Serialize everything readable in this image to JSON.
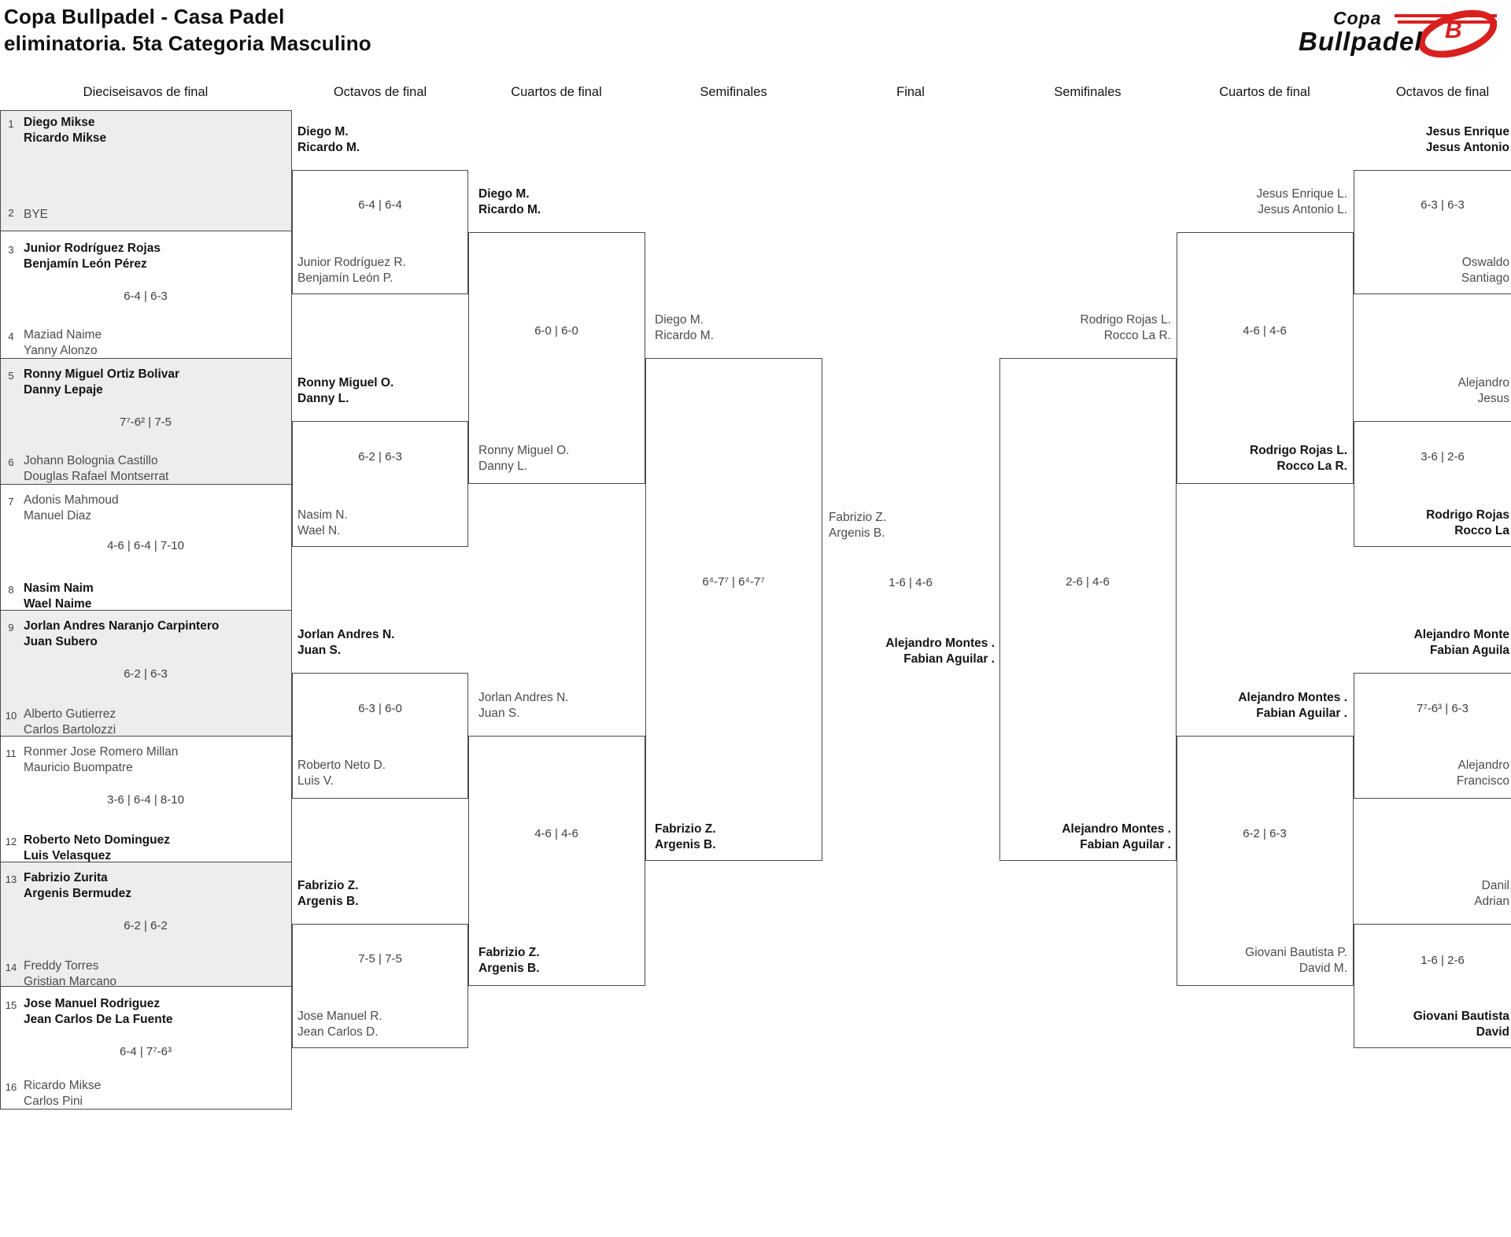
{
  "title": {
    "line1": "Copa Bullpadel - Casa Padel",
    "line2": "eliminatoria. 5ta Categoria Masculino"
  },
  "logo": {
    "word_top": "Copa",
    "word_bottom": "Bullpadel",
    "emblem_letter": "B"
  },
  "colors": {
    "accent_red": "#d8201f",
    "winner_text": "#141414",
    "loser_text": "#4c4c4c",
    "shade": "#ededed",
    "border": "#4a4a4a"
  },
  "headers": [
    "Dieciseisavos de final",
    "Octavos de final",
    "Cuartos de final",
    "Semifinales",
    "Final",
    "Semifinales",
    "Cuartos de final",
    "Octavos de final"
  ],
  "seeds": [
    {
      "n": "1",
      "team": "Diego Mikse\nRicardo Mikse"
    },
    {
      "n": "2",
      "team": "BYE"
    },
    {
      "n": "3",
      "team": "Junior Rodríguez Rojas\nBenjamín León Pérez"
    },
    {
      "n": "4",
      "team": "Maziad Naime\nYanny Alonzo"
    },
    {
      "n": "5",
      "team": "Ronny Miguel Ortiz Bolivar\nDanny Lepaje"
    },
    {
      "n": "6",
      "team": "Johann Bolognia Castillo\nDouglas Rafael Montserrat"
    },
    {
      "n": "7",
      "team": "Adonis Mahmoud\nManuel Diaz"
    },
    {
      "n": "8",
      "team": "Nasim Naim\nWael Naime"
    },
    {
      "n": "9",
      "team": "Jorlan Andres Naranjo Carpintero\nJuan Subero"
    },
    {
      "n": "10",
      "team": "Alberto Gutierrez\nCarlos Bartolozzi"
    },
    {
      "n": "11",
      "team": "Ronmer Jose Romero Millan\nMauricio Buompatre"
    },
    {
      "n": "12",
      "team": "Roberto Neto Dominguez\nLuis Velasquez"
    },
    {
      "n": "13",
      "team": "Fabrizio Zurita\nArgenis Bermudez"
    },
    {
      "n": "14",
      "team": "Freddy Torres\nGristian Marcano"
    },
    {
      "n": "15",
      "team": "Jose Manuel Rodriguez\nJean Carlos De La Fuente"
    },
    {
      "n": "16",
      "team": "Ricardo Mikse\nCarlos Pini"
    }
  ],
  "r32_scores": [
    "6-4 | 6-3",
    "7⁷-6² | 7-5",
    "4-6 | 6-4 | 7-10",
    "6-2 | 6-3",
    "3-6 | 6-4 | 8-10",
    "6-2 | 6-2",
    "6-4 | 7⁷-6³"
  ],
  "octavos_left": [
    {
      "top": "Diego M.\nRicardo M.",
      "bottom": "Junior Rodríguez R.\nBenjamín León P.",
      "score": "6-4 | 6-4"
    },
    {
      "top": "Ronny Miguel O.\nDanny L.",
      "bottom": "Nasim N.\nWael N.",
      "score": "6-2 | 6-3"
    },
    {
      "top": "Jorlan Andres N.\nJuan S.",
      "bottom": "Roberto Neto D.\nLuis V.",
      "score": "6-3 | 6-0"
    },
    {
      "top": "Fabrizio Z.\nArgenis B.",
      "bottom": "Jose Manuel R.\nJean Carlos D.",
      "score": "7-5 | 7-5"
    }
  ],
  "cuartos_left": [
    {
      "top": "Diego M.\nRicardo M.",
      "bottom": "Ronny Miguel O.\nDanny L.",
      "score": "6-0 | 6-0"
    },
    {
      "top": "Jorlan Andres N.\nJuan S.",
      "bottom": "Fabrizio Z.\nArgenis B.",
      "score": "4-6 | 4-6"
    }
  ],
  "semifinal_left": {
    "top": "Diego M.\nRicardo M.",
    "bottom": "Fabrizio Z.\nArgenis B.",
    "score": "6⁴-7⁷ | 6⁴-7⁷"
  },
  "final": {
    "top": "Fabrizio Z.\nArgenis B.",
    "bottom": "Alejandro Montes .\nFabian Aguilar .",
    "score": "1-6 | 4-6"
  },
  "semifinal_right": {
    "top": "Rodrigo Rojas L.\nRocco La R.",
    "bottom": "Alejandro Montes .\nFabian Aguilar .",
    "score": "2-6 | 4-6"
  },
  "cuartos_right": [
    {
      "top": "Jesus Enrique L.\nJesus Antonio L.",
      "bottom": "Rodrigo Rojas L.\nRocco La R.",
      "score": "4-6 | 4-6"
    },
    {
      "top": "Alejandro Montes .\nFabian Aguilar .",
      "bottom": "Giovani Bautista P.\nDavid M.",
      "score": "6-2 | 6-3"
    }
  ],
  "octavos_right": [
    {
      "top": "Jesus Enrique\nJesus Antonio",
      "bottom": "Oswaldo\nSantiago",
      "score": "6-3 | 6-3"
    },
    {
      "top": "Alejandro\nJesus",
      "bottom": "Rodrigo Rojas\nRocco La",
      "score": "3-6 | 2-6"
    },
    {
      "top": "Alejandro Monte\nFabian Aguila",
      "bottom": "Alejandro\nFrancisco",
      "score": "7⁷-6³ | 6-3"
    },
    {
      "top": "Danil\nAdrian",
      "bottom": "Giovani Bautista\nDavid",
      "score": "1-6 | 2-6"
    }
  ]
}
